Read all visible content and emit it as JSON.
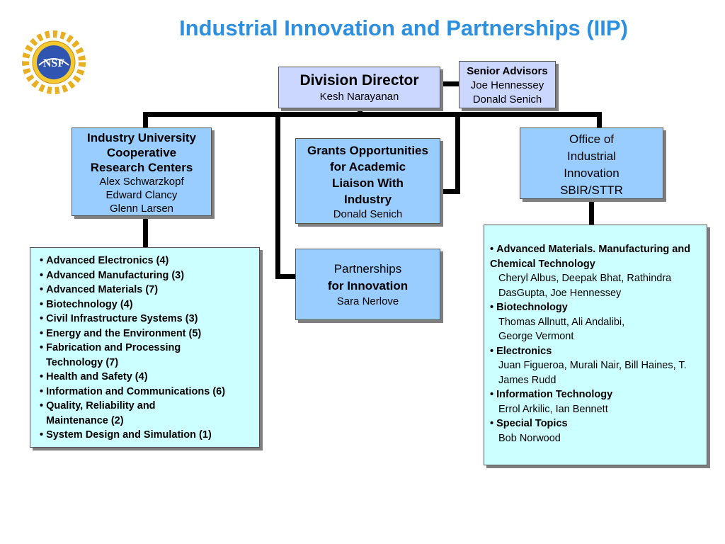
{
  "title": "Industrial Innovation and Partnerships (IIP)",
  "logo": {
    "text": "NSF",
    "icon": "nsf-sun-logo-icon"
  },
  "director": {
    "title": "Division Director",
    "name": "Kesh Narayanan"
  },
  "senior_advisors": {
    "title": "Senior Advisors",
    "names": [
      "Joe Hennessey",
      "Donald Senich"
    ]
  },
  "iucrc": {
    "title_lines": [
      "Industry University",
      "Cooperative",
      "Research Centers"
    ],
    "names": [
      "Alex Schwarzkopf",
      "Edward Clancy",
      "Glenn Larsen"
    ]
  },
  "goali": {
    "title_lines": [
      "Grants Opportunities",
      "for Academic",
      "Liaison With",
      "Industry"
    ],
    "name": "Donald Senich"
  },
  "office": {
    "title_lines": [
      "Office of",
      "Industrial",
      "Innovation",
      "SBIR/STTR"
    ]
  },
  "pfi": {
    "title_lines": [
      "Partnerships",
      "for Innovation"
    ],
    "name": "Sara Nerlove"
  },
  "iucrc_areas": [
    "Advanced Electronics (4)",
    "Advanced Manufacturing (3)",
    "Advanced Materials (7)",
    "Biotechnology (4)",
    "Civil Infrastructure Systems (3)",
    "Energy and the Environment (5)",
    "Fabrication and Processing Technology (7)",
    "Health and Safety (4)",
    "Information  and Communications (6)",
    "Quality, Reliability and Maintenance (2)",
    "System Design and Simulation (1)"
  ],
  "sbir_topics": [
    {
      "area": "Advanced Materials. Manufacturing and Chemical Technology",
      "names": "Cheryl Albus, Deepak Bhat, Rathindra DasGupta, Joe Hennessey"
    },
    {
      "area": "Biotechnology",
      "names": "Thomas Allnutt, Ali Andalibi, George Vermont"
    },
    {
      "area": "Electronics",
      "names": "Juan Figueroa, Murali Nair, Bill Haines, T. James Rudd"
    },
    {
      "area": "Information Technology",
      "names": "Errol Arkilic, Ian Bennett"
    },
    {
      "area": "Special Topics",
      "names": "Bob Norwood"
    }
  ]
}
